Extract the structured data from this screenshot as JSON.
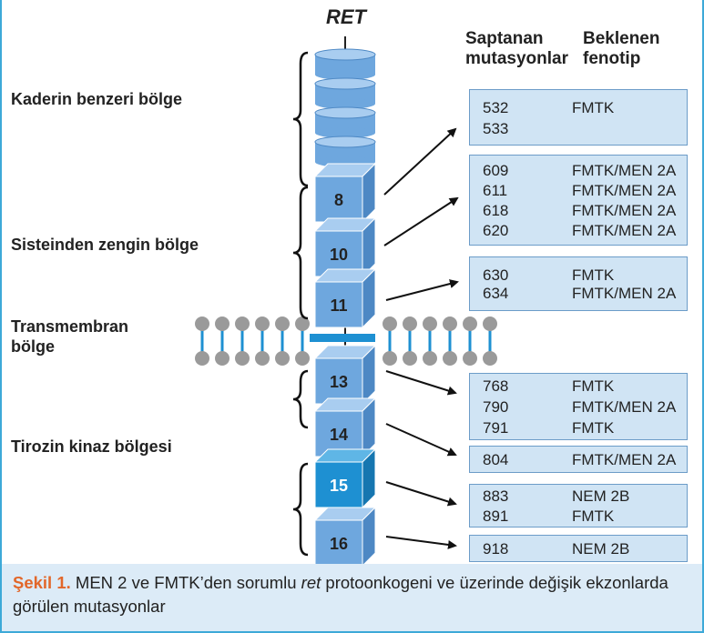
{
  "title": "RET",
  "headers": {
    "col1_line1": "Saptanan",
    "col1_line2": "mutasyonlar",
    "col2_line1": "Beklenen",
    "col2_line2": "fenotip"
  },
  "regions": {
    "cadherin": "Kaderin benzeri bölge",
    "cysteine": "Sisteinden zengin bölge",
    "transmembrane_line1": "Transmembran",
    "transmembrane_line2": "bölge",
    "kinase": "Tirozin kinaz bölgesi"
  },
  "exons": [
    "8",
    "10",
    "11",
    "13",
    "14",
    "15",
    "16"
  ],
  "groups": [
    {
      "rows": [
        {
          "codon": "532",
          "phenotype": "FMTK"
        },
        {
          "codon": "533",
          "phenotype": ""
        }
      ]
    },
    {
      "rows": [
        {
          "codon": "609",
          "phenotype": "FMTK/MEN 2A"
        },
        {
          "codon": "611",
          "phenotype": "FMTK/MEN 2A"
        },
        {
          "codon": "618",
          "phenotype": "FMTK/MEN 2A"
        },
        {
          "codon": "620",
          "phenotype": "FMTK/MEN 2A"
        }
      ]
    },
    {
      "rows": [
        {
          "codon": "630",
          "phenotype": "FMTK"
        },
        {
          "codon": "634",
          "phenotype": "FMTK/MEN 2A"
        }
      ]
    },
    {
      "rows": [
        {
          "codon": "768",
          "phenotype": "FMTK"
        },
        {
          "codon": "790",
          "phenotype": "FMTK/MEN 2A"
        },
        {
          "codon": "791",
          "phenotype": "FMTK"
        }
      ]
    },
    {
      "rows": [
        {
          "codon": "804",
          "phenotype": "FMTK/MEN 2A"
        }
      ]
    },
    {
      "rows": [
        {
          "codon": "883",
          "phenotype": "NEM 2B"
        },
        {
          "codon": "891",
          "phenotype": "FMTK"
        }
      ]
    },
    {
      "rows": [
        {
          "codon": "918",
          "phenotype": "NEM 2B"
        }
      ]
    }
  ],
  "caption": {
    "label": "Şekil 1.",
    "text_before": " MEN 2 ve FMTK’den sorumlu ",
    "italic": "ret",
    "text_after": " protoonkogeni ve üzerinde değişik ekzonlarda görülen mutasyonlar"
  },
  "colors": {
    "block": "#6ea7de",
    "block_top": "#a9cdf0",
    "block_side": "#4d88c4",
    "highlight_block": "#1e90d2",
    "membrane": "#1e90d2",
    "lipid_head": "#9a9a9a",
    "box_fill": "#d0e4f4",
    "caption_bg": "#dcebf7",
    "caption_label": "#e2672a",
    "frame": "#3da9d8"
  }
}
